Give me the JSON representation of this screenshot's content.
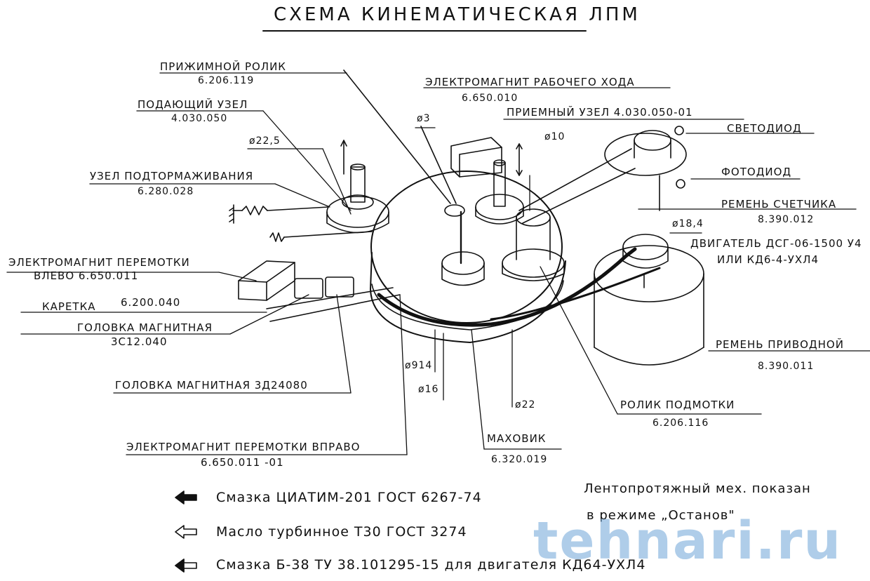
{
  "title": "СХЕМА КИНЕМАТИЧЕСКАЯ ЛПМ",
  "labels": {
    "pressure_roller": "ПРИЖИМНОЙ РОЛИК",
    "pressure_roller_code": "6.206.119",
    "supply_unit": "ПОДАЮЩИЙ УЗЕЛ",
    "supply_unit_code": "4.030.050",
    "d22_5": "ø22,5",
    "brake_unit": "УЗЕЛ ПОДТОРМАЖИВАНИЯ",
    "brake_unit_code": "6.280.028",
    "rewind_left": "ЭЛЕКТРОМАГНИТ ПЕРЕМОТКИ",
    "rewind_left_code": "ВЛЕВО 6.650.011",
    "carriage": "КАРЕТКА",
    "carriage_code": "6.200.040",
    "head1": "ГОЛОВКА МАГНИТНАЯ",
    "head1_code": "3С12.040",
    "head2": "ГОЛОВКА МАГНИТНАЯ 3Д24080",
    "rewind_right": "ЭЛЕКТРОМАГНИТ ПЕРЕМОТКИ ВПРАВО",
    "rewind_right_code": "6.650.011 -01",
    "work_magnet": "ЭЛЕКТРОМАГНИТ РАБОЧЕГО ХОДА",
    "work_magnet_code": "6.650.010",
    "d3": "ø3",
    "takeup_unit": "ПРИЕМНЫЙ УЗЕЛ 4.030.050-01",
    "d10": "ø10",
    "led": "СВЕТОДИОД",
    "photodiode": "ФОТОДИОД",
    "counter_belt": "РЕМЕНЬ СЧЕТЧИКА",
    "counter_belt_code": "8.390.012",
    "d18_4": "ø18,4",
    "motor": "ДВИГАТЕЛЬ ДСГ-06-1500 У4",
    "motor_alt": "ИЛИ КД6-4-УХЛ4",
    "drive_belt": "РЕМЕНЬ ПРИВОДНОЙ",
    "drive_belt_code": "8.390.011",
    "d914": "ø914",
    "d16": "ø16",
    "d22": "ø22",
    "takeup_roller": "РОЛИК ПОДМОТКИ",
    "takeup_roller_code": "6.206.116",
    "flywheel": "МАХОВИК",
    "flywheel_code": "6.320.019"
  },
  "legend": [
    {
      "icon": "solid-arrow-icon",
      "text": "Смазка ЦИАТИМ-201 ГОСТ 6267-74"
    },
    {
      "icon": "hollow-arrow-icon",
      "text": "Масло турбинное Т30 ГОСТ 3274"
    },
    {
      "icon": "half-arrow-icon",
      "text": "Смазка Б-38 ТУ 38.101295-15 для двигателя КД64-УХЛ4"
    }
  ],
  "note": {
    "line1": "Лентопротяжный мех. показан",
    "line2": "в режиме „Останов\""
  },
  "watermark": "tehnari.ru"
}
